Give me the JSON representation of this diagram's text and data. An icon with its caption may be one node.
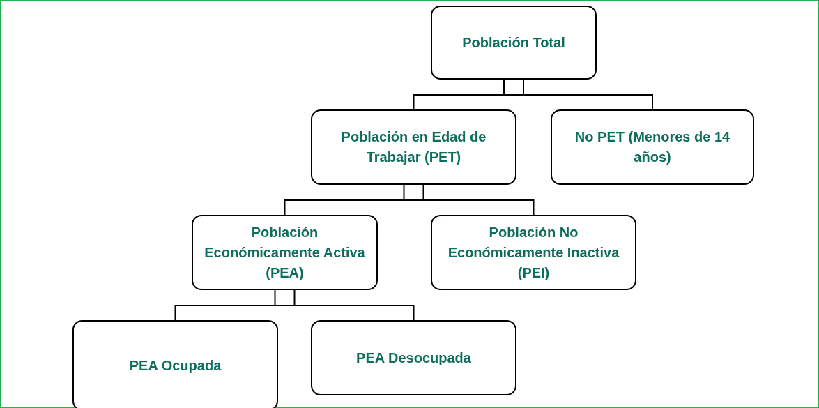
{
  "diagram": {
    "nodes": [
      {
        "text": [
          "Población Total"
        ]
      },
      {
        "text": [
          "Población en Edad de Trabajar (PET)"
        ]
      },
      {
        "text": [
          "No PET (Menores de 14 años)"
        ]
      },
      {
        "text": [
          "Población Económicamente Activa (PEA)"
        ]
      },
      {
        "text": [
          "Población No Económicamente Inactiva (PEI)"
        ]
      },
      {
        "text": [
          "PEA Ocupada"
        ]
      },
      {
        "text": [
          "PEA Desocupada"
        ]
      }
    ],
    "edges": [
      {
        "from": 0,
        "to": 1,
        "arrow": "none"
      },
      {
        "from": 0,
        "to": 2,
        "arrow": "none"
      },
      {
        "from": 1,
        "to": 3,
        "arrow": "none"
      },
      {
        "from": 1,
        "to": 4,
        "arrow": "none"
      },
      {
        "from": 3,
        "to": 5,
        "arrow": "none"
      },
      {
        "from": 3,
        "to": 6,
        "arrow": "none"
      }
    ]
  }
}
